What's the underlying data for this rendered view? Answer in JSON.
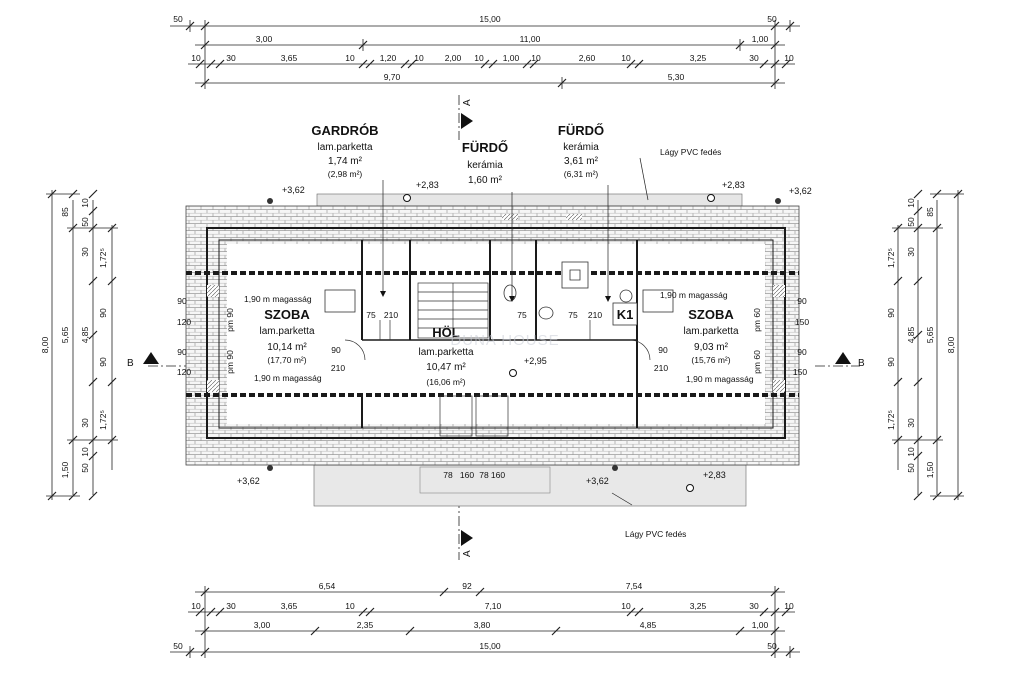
{
  "dims_top": {
    "row1": [
      "50",
      "15,00",
      "50"
    ],
    "row2": [
      "3,00",
      "11,00",
      "1,00"
    ],
    "row3": [
      "10",
      "30",
      "3,65",
      "10",
      "1,20",
      "10",
      "2,00",
      "10",
      "1,00",
      "10",
      "2,60",
      "10",
      "3,25",
      "30",
      "10"
    ],
    "row4": [
      "9,70",
      "5,30"
    ]
  },
  "dims_bottom": {
    "row1": [
      "6,54",
      "92",
      "7,54"
    ],
    "row2": [
      "10",
      "30",
      "3,65",
      "10",
      "7,10",
      "10",
      "3,25",
      "30",
      "10"
    ],
    "row3": [
      "3,00",
      "2,35",
      "3,80",
      "4,85",
      "1,00"
    ],
    "row4": [
      "50",
      "15,00",
      "50"
    ]
  },
  "dims_left": {
    "outer": [
      "8,00"
    ],
    "mid": [
      "85",
      "5,65",
      "1,50"
    ],
    "inner": [
      "10",
      "50",
      "30",
      "1,72⁵",
      "90",
      "4,85",
      "90",
      "30",
      "1,72⁵",
      "50",
      "10"
    ]
  },
  "dims_right": {
    "outer": [
      "8,00"
    ],
    "mid": [
      "85",
      "5,65",
      "1,50"
    ],
    "inner": [
      "10",
      "50",
      "30",
      "1,72⁵",
      "90",
      "4,85",
      "90",
      "30",
      "1,72⁵",
      "50",
      "10"
    ]
  },
  "rooms": {
    "gardrob": {
      "name": "GARDRÓB",
      "floor": "lam.parketta",
      "area": "1,74 m²",
      "area2": "(2,98 m²)"
    },
    "furdo1": {
      "name": "FÜRDŐ",
      "floor": "kerámia",
      "area": "1,60 m²"
    },
    "furdo2": {
      "name": "FÜRDŐ",
      "floor": "kerámia",
      "area": "3,61 m²",
      "area2": "(6,31 m²)"
    },
    "szoba_left": {
      "name": "SZOBA",
      "floor": "lam.parketta",
      "area": "10,14 m²",
      "area2": "(17,70 m²)"
    },
    "szoba_right": {
      "name": "SZOBA",
      "floor": "lam.parketta",
      "area": "9,03 m²",
      "area2": "(15,76 m²)"
    },
    "hall": {
      "name": "HÖL",
      "floor": "lam.parketta",
      "area": "10,47 m²",
      "area2": "(16,06 m²)"
    }
  },
  "levels": {
    "top_left": "+3,62",
    "top_mid": "+2,83",
    "top_right_a": "+2,83",
    "top_right_b": "+3,62",
    "bottom_left": "+3,62",
    "bottom_mid": "+3,62",
    "bottom_right": "+2,83",
    "hall": "+2,95"
  },
  "notes": {
    "pvc_top": "Lágy PVC fedés",
    "pvc_bottom": "Lágy PVC fedés",
    "height_1": "1,90 m magasság",
    "height_2": "1,90 m magasság",
    "height_3": "1,90 m magasság",
    "height_4": "1,90 m magasság",
    "watermark": "DUNA HOUSE",
    "k1": "K1"
  },
  "section_marks": {
    "a_top": "A",
    "a_bottom": "A",
    "b_left": "B",
    "b_right": "B"
  },
  "openings": {
    "pm90a": "pm 90",
    "pm90b": "pm 90",
    "pm60a": "pm 60",
    "pm60b": "pm 60",
    "d90": "90",
    "d120": "120",
    "d150": "150",
    "d75": "75",
    "d210": "210",
    "d78": "78",
    "d160": "160",
    "d30": "30"
  },
  "colors": {
    "line": "#1a1a1a",
    "roof": "#d0d0d0",
    "pvc": "#e4e4e4",
    "wall": "#222222"
  }
}
